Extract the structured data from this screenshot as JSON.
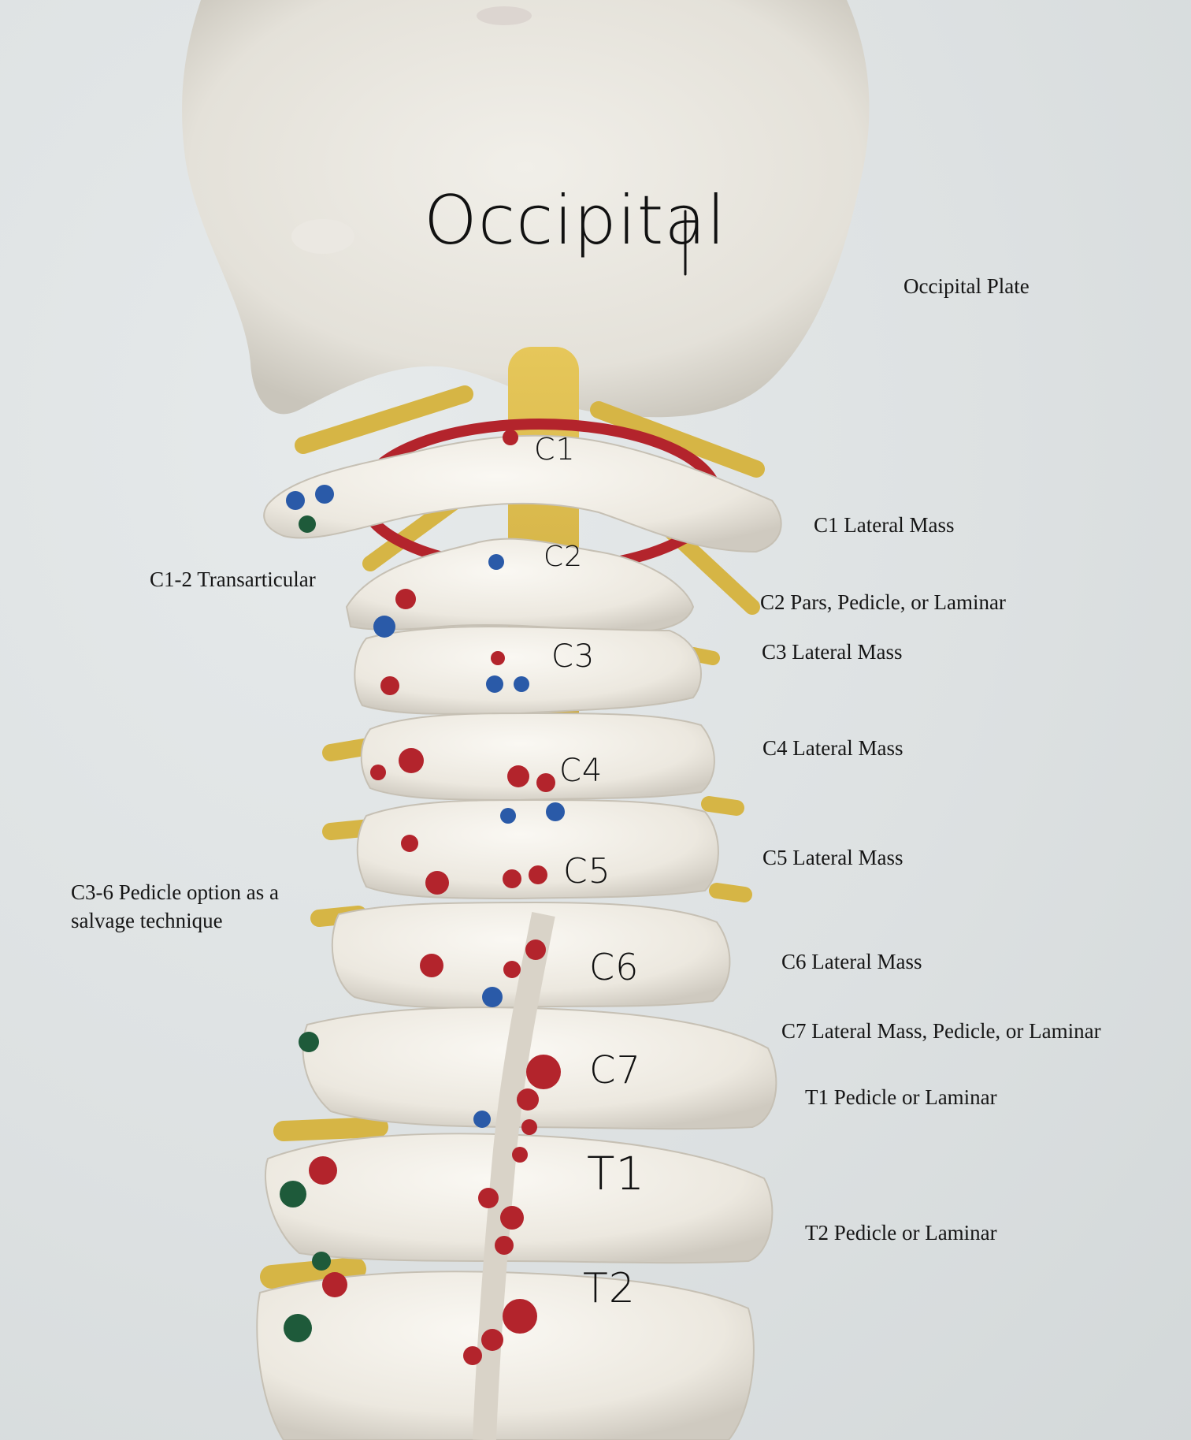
{
  "diagram": {
    "handwritten": {
      "occipital": "Occipital",
      "c1": "C1",
      "c2": "C2",
      "c3": "C3",
      "c4": "C4",
      "c5": "C5",
      "c6": "C6",
      "c7": "C7",
      "t1": "T1",
      "t2": "T2"
    },
    "labels": {
      "occipital_plate": "Occipital Plate",
      "c1_lateral_mass": "C1 Lateral Mass",
      "c1_2_transarticular": "C1-2 Transarticular",
      "c2_pars": "C2 Pars, Pedicle, or Laminar",
      "c3_lateral_mass": "C3 Lateral Mass",
      "c4_lateral_mass": "C4 Lateral Mass",
      "c5_lateral_mass": "C5 Lateral Mass",
      "c3_6_pedicle_line1": "C3-6 Pedicle option as a",
      "c3_6_pedicle_line2": "salvage technique",
      "c6_lateral_mass": "C6 Lateral Mass",
      "c7_lateral_mass": "C7 Lateral Mass, Pedicle, or Laminar",
      "t1_pedicle": "T1 Pedicle or Laminar",
      "t2_pedicle": "T2 Pedicle or Laminar"
    },
    "colors": {
      "bone": "#f2efe8",
      "nerve": "#d9b84a",
      "red_marker": "#b3242c",
      "blue_marker": "#2a5aa8",
      "green_marker": "#1e5a3a"
    }
  }
}
